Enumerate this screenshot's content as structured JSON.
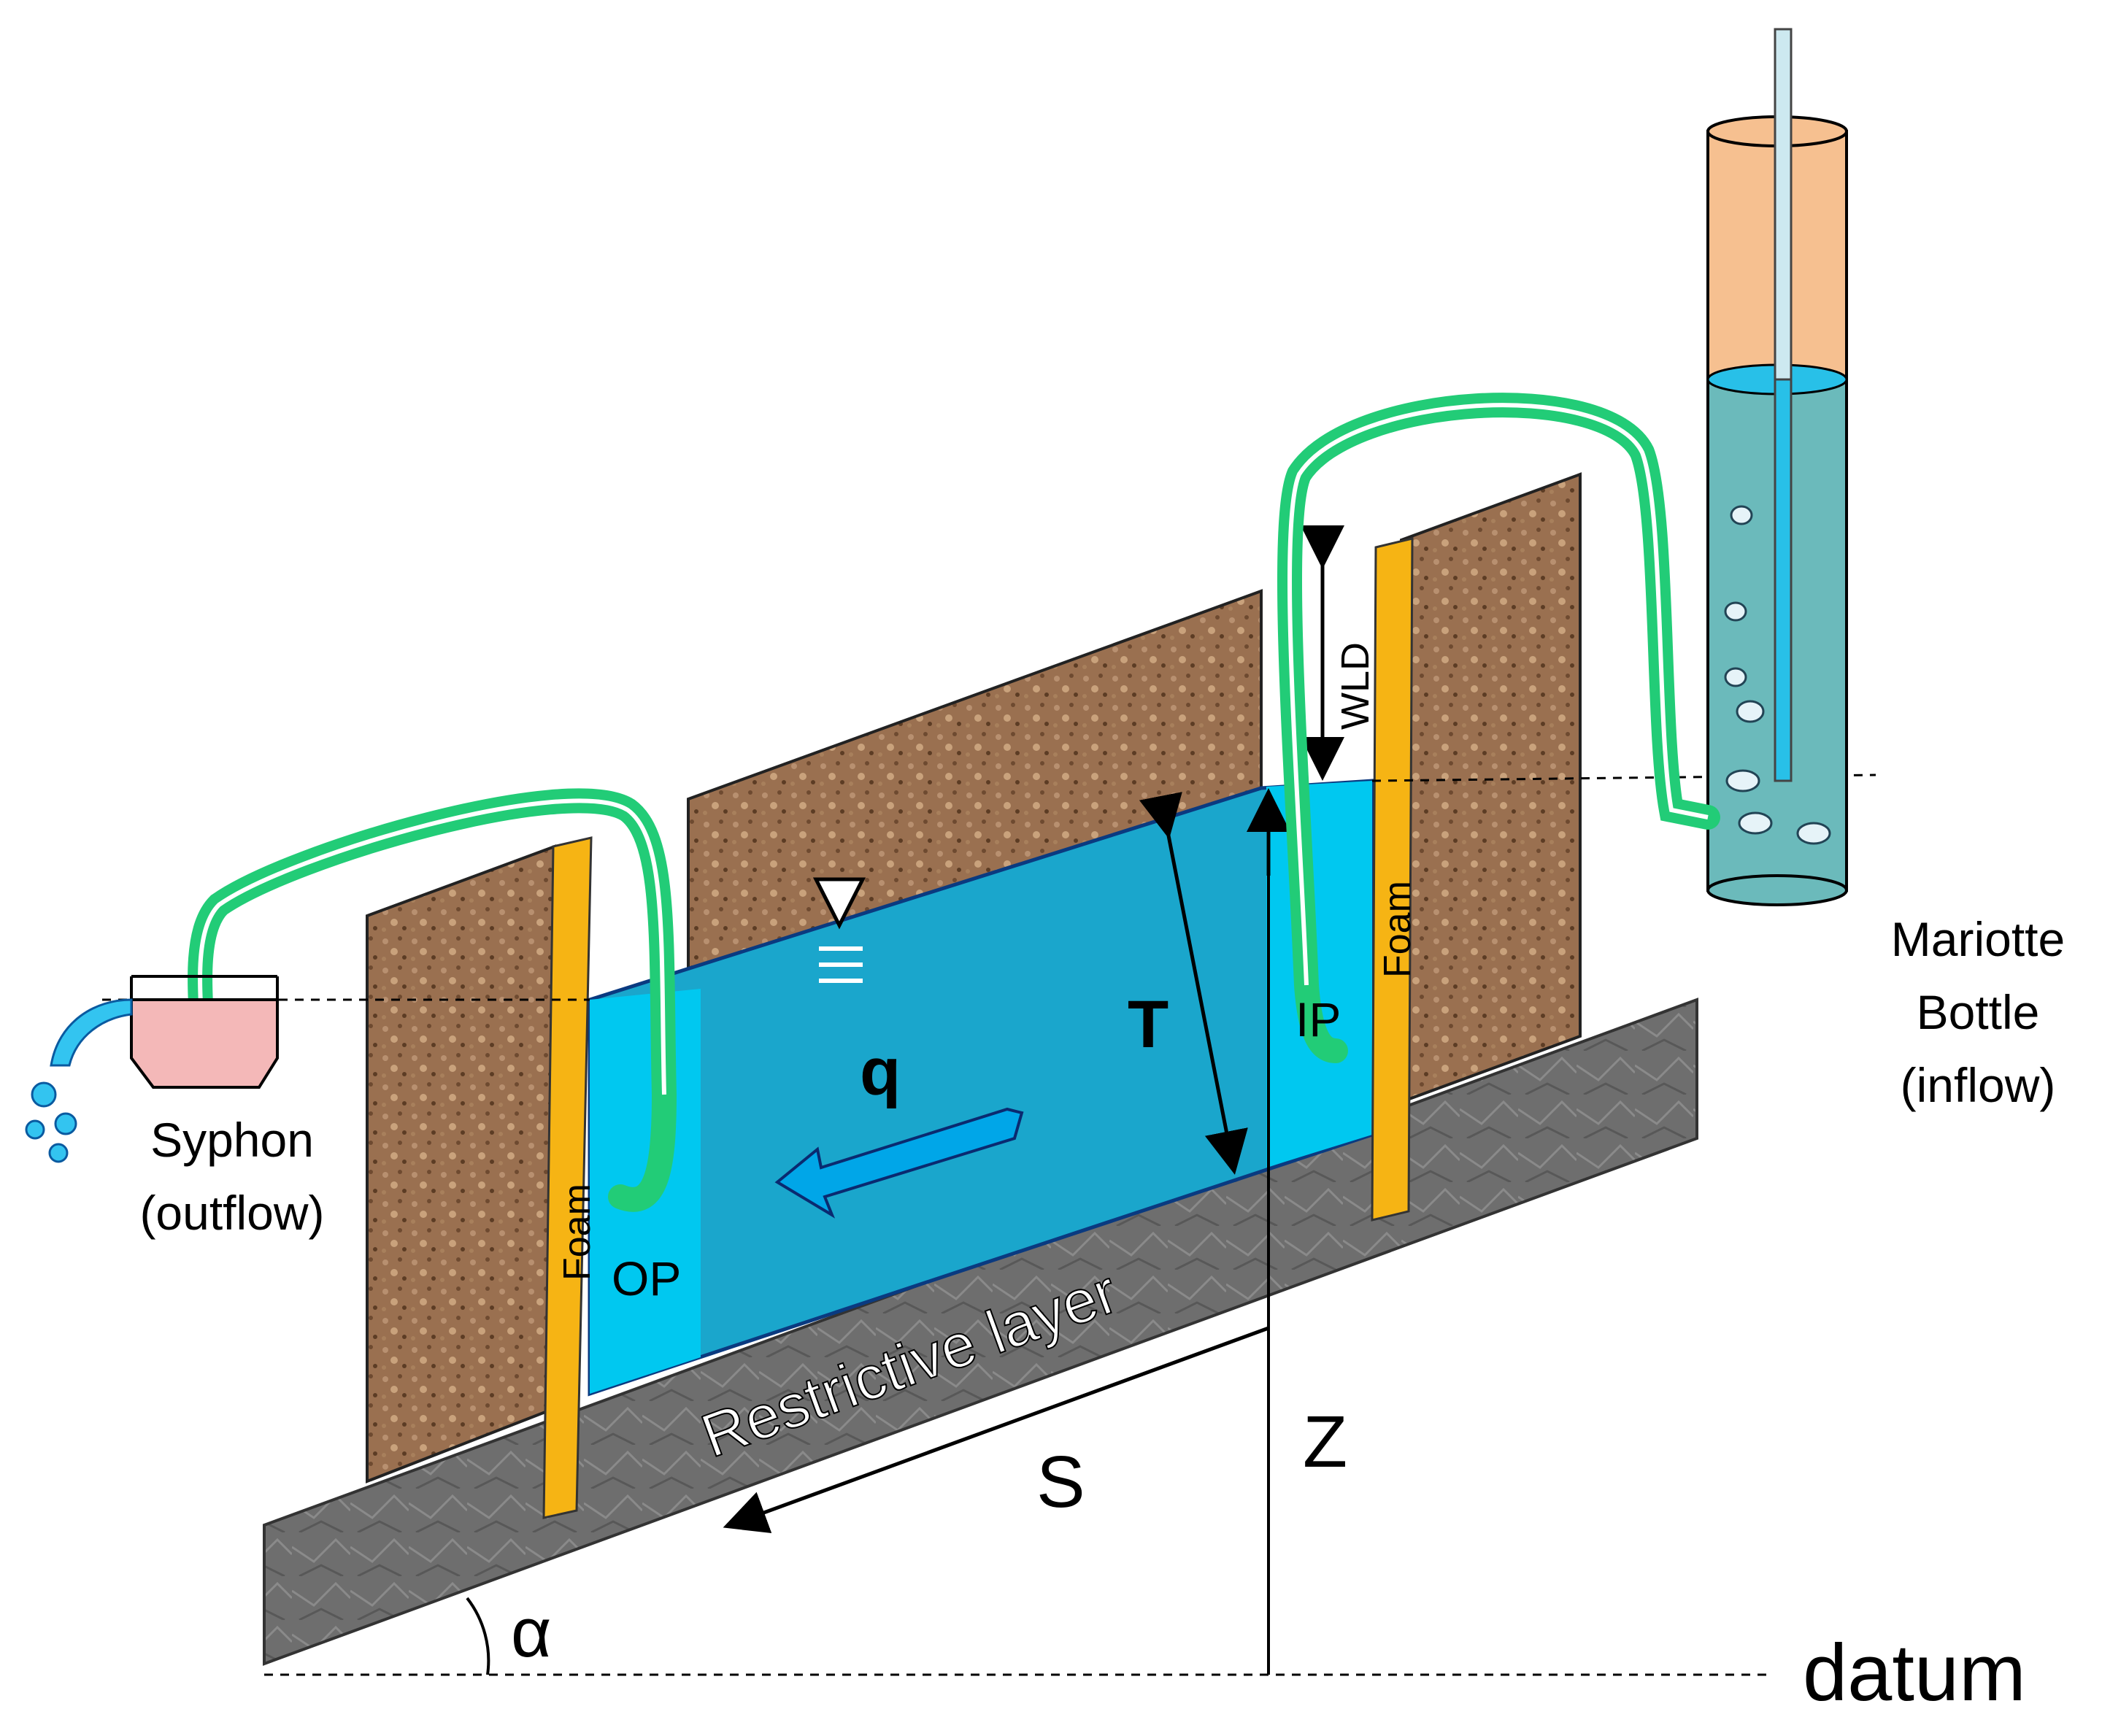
{
  "labels": {
    "mariotte_line1": "Mariotte",
    "mariotte_line2": "Bottle",
    "mariotte_line3": "(inflow)",
    "syphon_line1": "Syphon",
    "syphon_line2": "(outflow)",
    "foam_left": "Foam",
    "foam_right": "Foam",
    "op": "OP",
    "ip": "IP",
    "wld": "WLD",
    "t": "T",
    "q": "q",
    "restrictive_layer": "Restrictive layer",
    "s": "S",
    "z": "Z",
    "alpha": "α",
    "datum": "datum"
  },
  "colors": {
    "soil": "#9a7050",
    "water": "#00c8f0",
    "water_dark": "#1aa6cc",
    "tube": "#22cc77",
    "foam": "#f6b414",
    "rock": "#6e6e6e",
    "bottle_top": "#f6c090",
    "bottle_water": "#6bbabb",
    "syphon_cup": "#f4b8b8"
  }
}
